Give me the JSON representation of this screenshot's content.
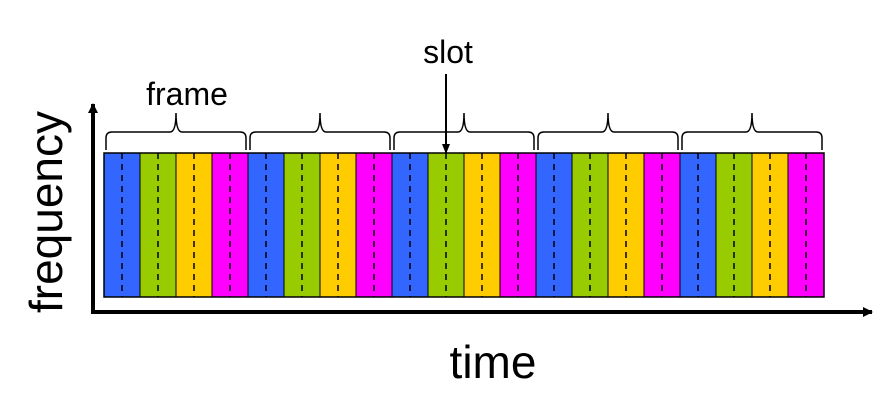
{
  "labels": {
    "frame": "frame",
    "slot": "slot",
    "y_axis": "frequency",
    "x_axis": "time"
  },
  "frames": {
    "count": 5,
    "slot_colors": [
      "#3366ff",
      "#99cc00",
      "#ffcc00",
      "#ff00ff"
    ],
    "slot_names": [
      "blue",
      "green",
      "yellow",
      "magenta"
    ]
  },
  "colors": {
    "axis": "#000000",
    "divider": "#000000",
    "background": "#ffffff"
  }
}
